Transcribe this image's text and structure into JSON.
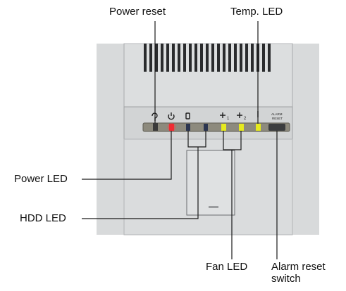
{
  "callouts": {
    "power_reset": "Power reset",
    "temp_led": "Temp. LED",
    "power_led": "Power LED",
    "hdd_led": "HDD LED",
    "fan_led": "Fan LED",
    "alarm_reset_line1": "Alarm reset",
    "alarm_reset_line2": "switch"
  },
  "panel": {
    "fan_index_1": "1",
    "fan_index_2": "2",
    "alarm_label_line1": "ALARM",
    "alarm_label_line2": "RESET"
  },
  "colors": {
    "chassis": "#d9dbdc",
    "power_led": "#e8232d",
    "hdd_led": "#2b3550",
    "fan_led": "#e6ea1e",
    "temp_led": "#e6ea1e",
    "leader_line": "#1a1a1a"
  }
}
